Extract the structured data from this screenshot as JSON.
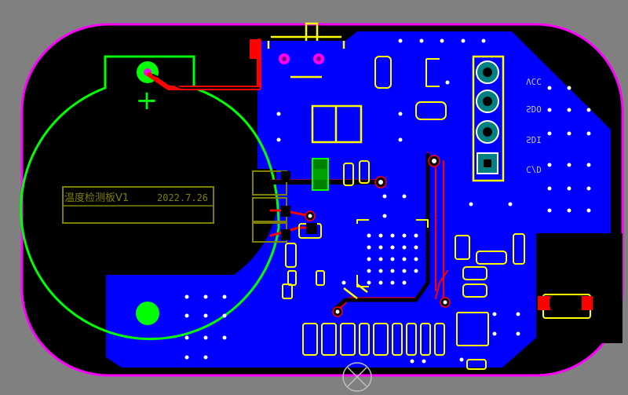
{
  "colors": {
    "background": "#808080",
    "board": "#000000",
    "outline": "#ff00ff",
    "copper_bottom": "#0000ff",
    "copper_top": "#ff0000",
    "silkscreen_top": "#ffff00",
    "silkscreen_bottom": "#808000",
    "battery_outline": "#00ff00",
    "pad": "#008080",
    "via": "#ffffff"
  },
  "board": {
    "silk_title": "温度检测板V1",
    "silk_date": "2022.7.26"
  },
  "battery": {
    "plus_symbol": "+"
  },
  "header": {
    "pins": [
      "VCC",
      "SDO",
      "SDI",
      "C/D"
    ]
  },
  "icons": {
    "origin_marker": "crosshair-circle-icon",
    "polarity_marker": "plus-icon"
  }
}
